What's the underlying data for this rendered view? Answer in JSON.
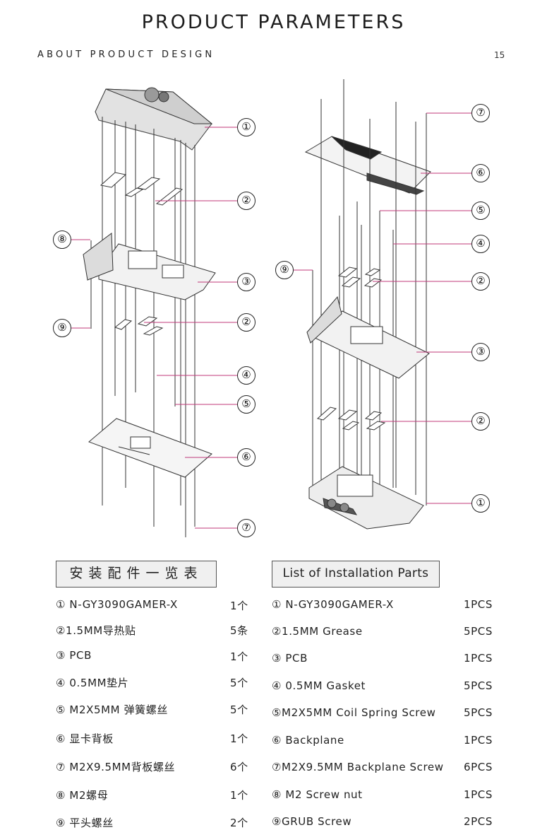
{
  "header": {
    "title": "PRODUCT PARAMETERS",
    "subtitle": "ABOUT PRODUCT DESIGN",
    "page_number": "15"
  },
  "diagram": {
    "left_callouts": [
      "①",
      "②",
      "⑧",
      "③",
      "⑨",
      "②",
      "④",
      "⑤",
      "⑥",
      "⑦"
    ],
    "right_callouts": [
      "⑦",
      "⑥",
      "⑤",
      "④",
      "⑨",
      "②",
      "③",
      "②",
      "①"
    ]
  },
  "table_cn": {
    "header": "安装配件一览表",
    "rows": [
      {
        "name": "① N-GY3090GAMER-X",
        "qty": "1个"
      },
      {
        "name": "②1.5MM导热贴",
        "qty": "5条"
      },
      {
        "name": "③ PCB",
        "qty": "1个"
      },
      {
        "name": "④ 0.5MM垫片",
        "qty": "5个"
      },
      {
        "name": "⑤ M2X5MM 弹簧螺丝",
        "qty": "5个"
      },
      {
        "name": "⑥ 显卡背板",
        "qty": "1个"
      },
      {
        "name": "⑦ M2X9.5MM背板螺丝",
        "qty": "6个"
      },
      {
        "name": "⑧ M2螺母",
        "qty": "1个"
      },
      {
        "name": "⑨ 平头螺丝",
        "qty": "2个"
      }
    ]
  },
  "table_en": {
    "header": "List of Installation Parts",
    "rows": [
      {
        "name": "① N-GY3090GAMER-X",
        "qty": "1PCS"
      },
      {
        "name": "②1.5MM  Grease",
        "qty": "5PCS"
      },
      {
        "name": "③ PCB",
        "qty": "1PCS"
      },
      {
        "name": "④ 0.5MM  Gasket",
        "qty": "5PCS"
      },
      {
        "name": "⑤M2X5MM Coil Spring Screw",
        "qty": "5PCS"
      },
      {
        "name": "⑥ Backplane",
        "qty": "1PCS"
      },
      {
        "name": "⑦M2X9.5MM Backplane Screw",
        "qty": "6PCS"
      },
      {
        "name": "⑧ M2  Screw  nut",
        "qty": "1PCS"
      },
      {
        "name": "⑨GRUB  Screw",
        "qty": "2PCS"
      }
    ]
  }
}
